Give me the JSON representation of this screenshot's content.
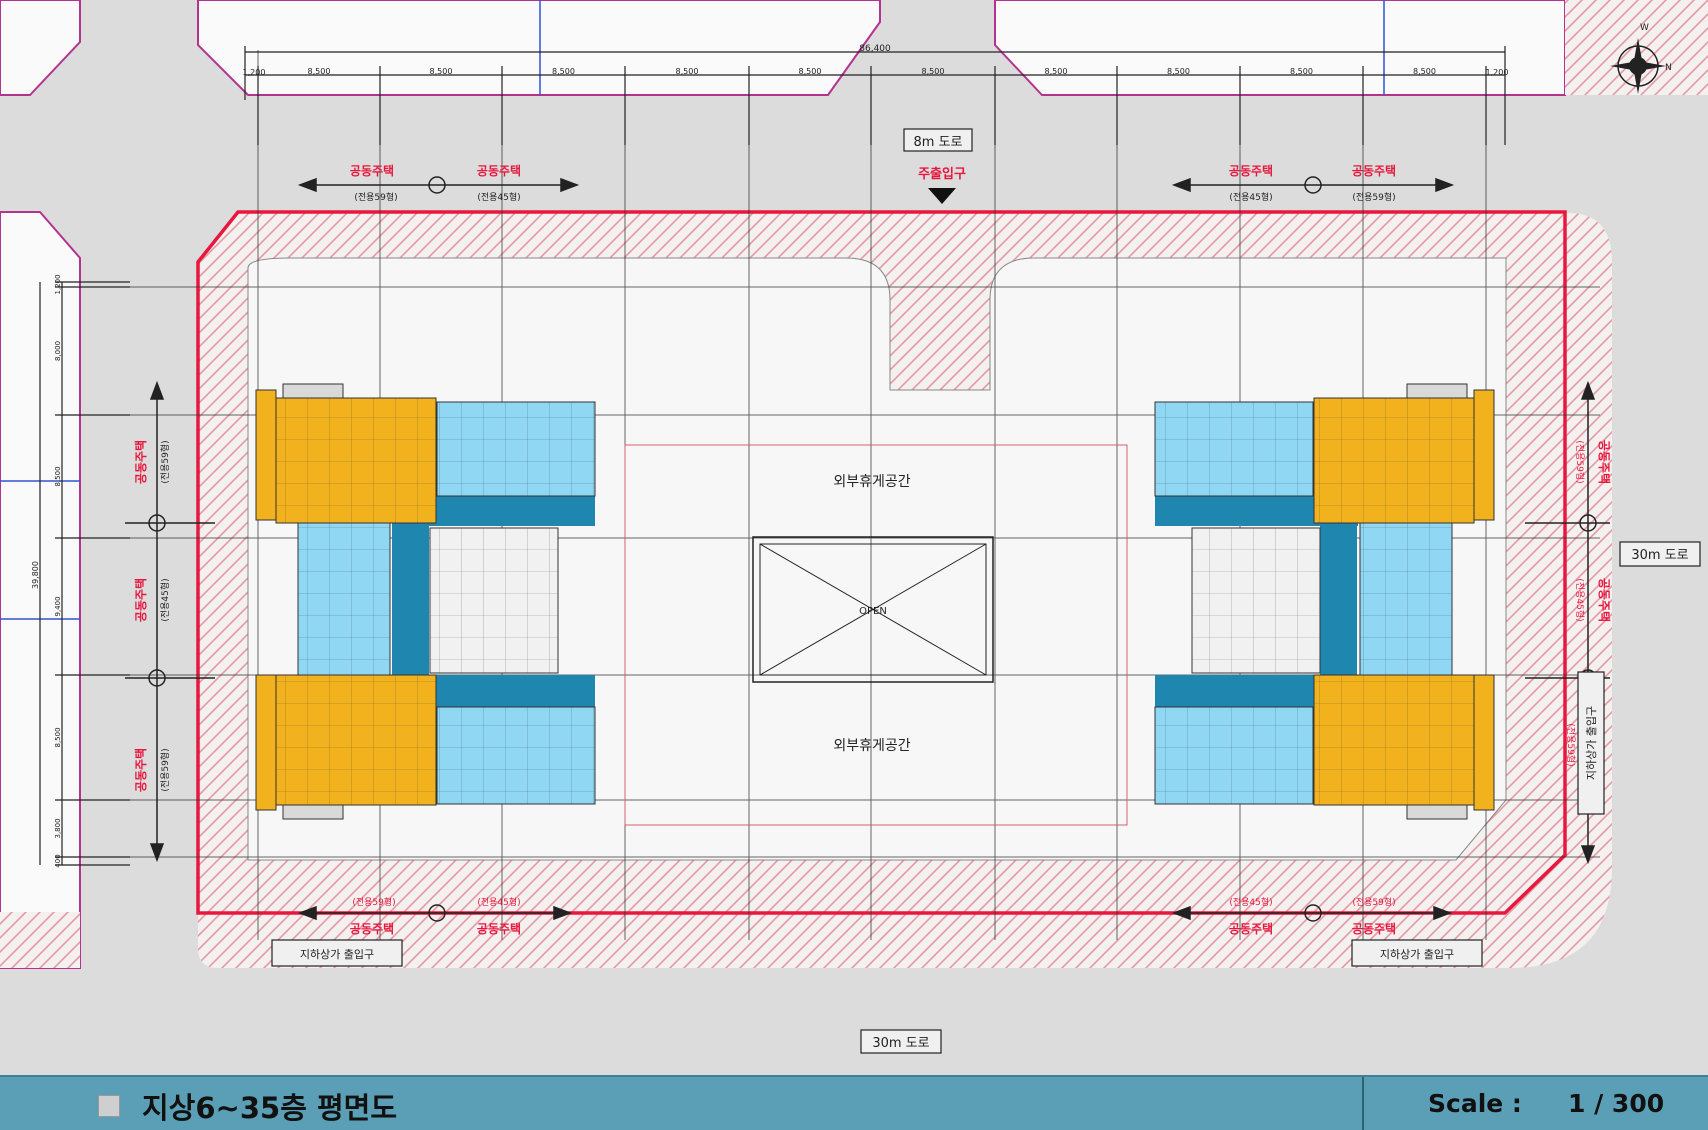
{
  "colors": {
    "background": "#dcdcdc",
    "site_boundary": "#e8173d",
    "unit_59": "#f2b21e",
    "unit_45": "#8fd7f2",
    "corridor": "#1f86b0",
    "label_red": "#e8173d",
    "footer": "#5b9fb6"
  },
  "roads": {
    "north": "8m 도로",
    "south": "30m 도로",
    "east": "30m 도로"
  },
  "main_entrance": "주출입구",
  "courtyard": {
    "north_label": "외부휴게공간",
    "south_label": "외부휴게공간",
    "void_label": "OPEN"
  },
  "unit_labels": {
    "housing": "공동주택",
    "type_59": "(전용59형)",
    "type_45": "(전용45형)"
  },
  "basement_entrance": "지하상가 출입구",
  "dimensions": {
    "top_total": "86,400",
    "top_end": "1,200",
    "top_span": "8,500",
    "left_total": "39,800",
    "left_spans": [
      "1,200",
      "8,000",
      "8,500",
      "9,400",
      "8,500",
      "3,800",
      "400"
    ]
  },
  "footer": {
    "title": "지상6~35층 평면도",
    "scale_label": "Scale :",
    "scale_value": "1 / 300"
  }
}
